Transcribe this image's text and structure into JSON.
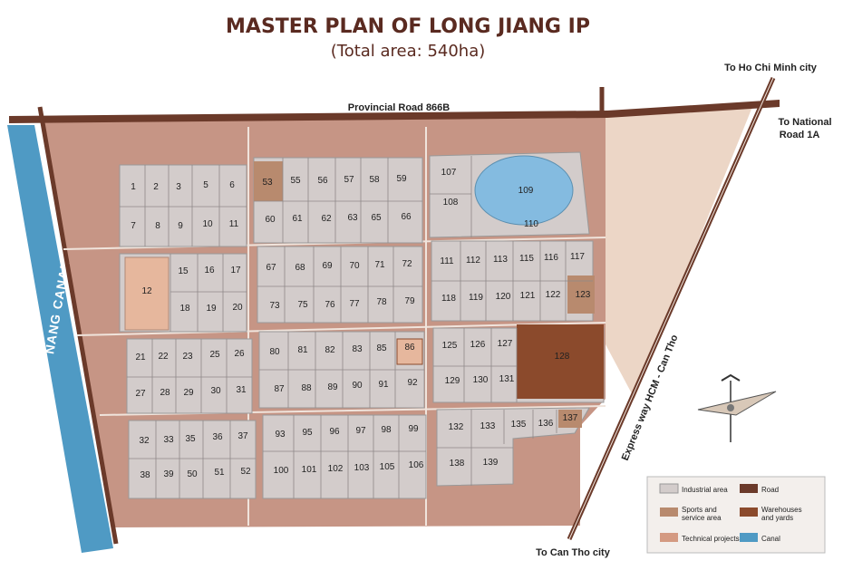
{
  "title": "MASTER PLAN OF LONG JIANG IP",
  "subtitle": "(Total area: 540ha)",
  "roads": {
    "provincial": "Provincial Road 866B",
    "hcmc": "To Ho Chi Minh city",
    "national_1": "To National",
    "national_2": "Road 1A",
    "expressway": "Express way HCM - Can Tho",
    "cantho": "To Can Tho city"
  },
  "canal": "NANG CANAL",
  "colors": {
    "industrial": "#d3cccb",
    "sports": "#b88a6e",
    "technical": "#d49a82",
    "warehouse": "#8b4a2c",
    "road": "#6b3a2a",
    "canal": "#4f9ac4",
    "greenbelt": "#c69585",
    "reserve": "#ecd6c6"
  },
  "legend": {
    "industrial": "Industrial area",
    "road": "Road",
    "sports_1": "Sports and",
    "sports_2": "service area",
    "warehouse_1": "Warehouses",
    "warehouse_2": "and yards",
    "technical": "Technical projects",
    "canal": "Canal"
  },
  "plots": {
    "A": [
      "1",
      "2",
      "3",
      "5",
      "6",
      "7",
      "8",
      "9",
      "10",
      "11"
    ],
    "B": [
      "53",
      "55",
      "56",
      "57",
      "58",
      "59",
      "60",
      "61",
      "62",
      "63",
      "65",
      "66"
    ],
    "C": [
      "107",
      "108",
      "109",
      "110"
    ],
    "D": [
      "12",
      "15",
      "16",
      "17",
      "18",
      "19",
      "20"
    ],
    "E": [
      "67",
      "68",
      "69",
      "70",
      "71",
      "72",
      "73",
      "75",
      "76",
      "77",
      "78",
      "79"
    ],
    "F": [
      "111",
      "112",
      "113",
      "115",
      "116",
      "117",
      "118",
      "119",
      "120",
      "121",
      "122",
      "123"
    ],
    "G": [
      "21",
      "22",
      "23",
      "25",
      "26",
      "27",
      "28",
      "29",
      "30",
      "31"
    ],
    "H": [
      "80",
      "81",
      "82",
      "83",
      "85",
      "86",
      "87",
      "88",
      "89",
      "90",
      "91",
      "92"
    ],
    "I": [
      "125",
      "126",
      "127",
      "128",
      "129",
      "130",
      "131"
    ],
    "J": [
      "32",
      "33",
      "35",
      "36",
      "37",
      "38",
      "39",
      "50",
      "51",
      "52"
    ],
    "K": [
      "93",
      "95",
      "96",
      "97",
      "98",
      "99",
      "100",
      "101",
      "102",
      "103",
      "105",
      "106"
    ],
    "L": [
      "132",
      "133",
      "135",
      "136",
      "137",
      "138",
      "139"
    ]
  }
}
